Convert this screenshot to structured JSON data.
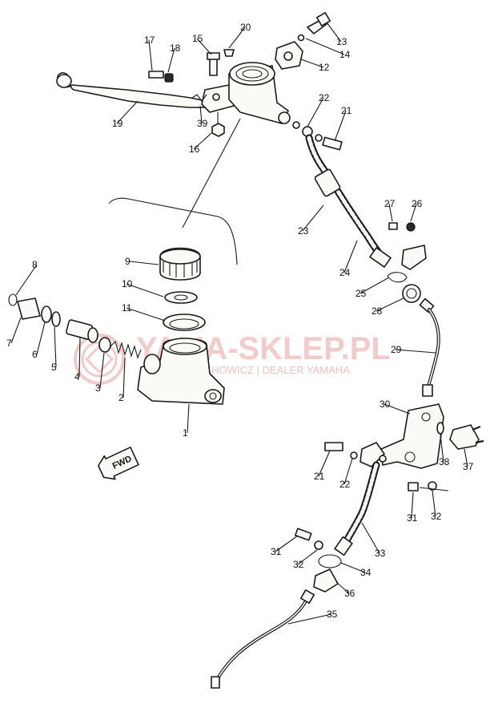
{
  "watermark": {
    "title": "YAMA-SKLEP.PL",
    "subtitle": "...CHOWICZ | DEALER YAMAHA",
    "color": "#e28b8b"
  },
  "direction_marker": {
    "label": "FWD"
  },
  "callouts": [
    {
      "id": "p1",
      "label": "1"
    },
    {
      "id": "p2",
      "label": "2"
    },
    {
      "id": "p3",
      "label": "3"
    },
    {
      "id": "p4",
      "label": "4"
    },
    {
      "id": "p5",
      "label": "5"
    },
    {
      "id": "p6",
      "label": "6"
    },
    {
      "id": "p7",
      "label": "7"
    },
    {
      "id": "p8",
      "label": "8"
    },
    {
      "id": "p9",
      "label": "9"
    },
    {
      "id": "p10",
      "label": "10"
    },
    {
      "id": "p11",
      "label": "11"
    },
    {
      "id": "p12",
      "label": "12"
    },
    {
      "id": "p13",
      "label": "13"
    },
    {
      "id": "p14",
      "label": "14"
    },
    {
      "id": "p15",
      "label": "15"
    },
    {
      "id": "p16",
      "label": "16"
    },
    {
      "id": "p17",
      "label": "17"
    },
    {
      "id": "p18",
      "label": "18"
    },
    {
      "id": "p19",
      "label": "19"
    },
    {
      "id": "p20",
      "label": "20"
    },
    {
      "id": "p21a",
      "label": "21"
    },
    {
      "id": "p22a",
      "label": "22"
    },
    {
      "id": "p23",
      "label": "23"
    },
    {
      "id": "p24",
      "label": "24"
    },
    {
      "id": "p25",
      "label": "25"
    },
    {
      "id": "p26",
      "label": "26"
    },
    {
      "id": "p27",
      "label": "27"
    },
    {
      "id": "p28",
      "label": "28"
    },
    {
      "id": "p29",
      "label": "29"
    },
    {
      "id": "p30",
      "label": "30"
    },
    {
      "id": "p21b",
      "label": "21"
    },
    {
      "id": "p22b",
      "label": "22"
    },
    {
      "id": "p31a",
      "label": "31"
    },
    {
      "id": "p32a",
      "label": "32"
    },
    {
      "id": "p31b",
      "label": "31"
    },
    {
      "id": "p32b",
      "label": "32"
    },
    {
      "id": "p33",
      "label": "33"
    },
    {
      "id": "p34",
      "label": "34"
    },
    {
      "id": "p35",
      "label": "35"
    },
    {
      "id": "p36",
      "label": "36"
    },
    {
      "id": "p37",
      "label": "37"
    },
    {
      "id": "p38",
      "label": "38"
    },
    {
      "id": "p39",
      "label": "39"
    }
  ]
}
